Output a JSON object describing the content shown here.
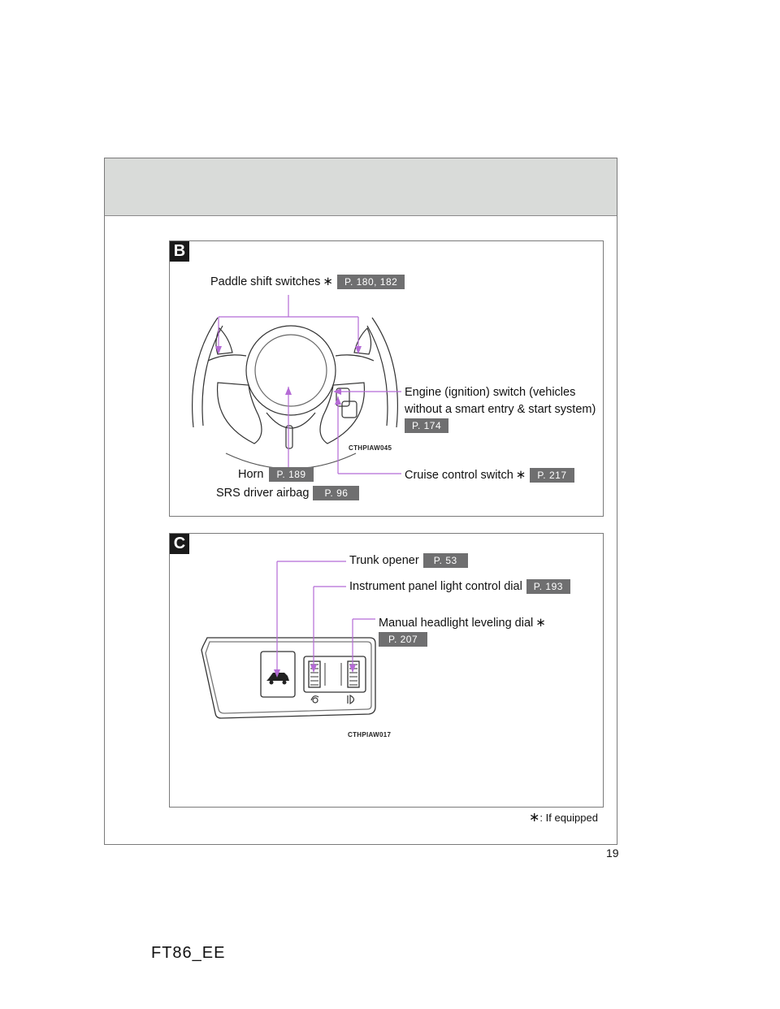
{
  "page_number": "19",
  "footer_code": "FT86_EE",
  "asterisk": "∗",
  "panel_b": {
    "tag": "B",
    "paddle_label": "Paddle shift switches",
    "paddle_page": "P. 180, 182",
    "engine_label_line1": "Engine (ignition) switch (vehicles",
    "engine_label_line2": "without a smart entry & start system)",
    "engine_page": "P. 174",
    "image_code": "CTHPIAW045",
    "horn_label": "Horn",
    "horn_page": "P. 189",
    "airbag_label": "SRS driver airbag",
    "airbag_page": "P. 96",
    "cruise_label": "Cruise control switch",
    "cruise_page": "P. 217"
  },
  "panel_c": {
    "tag": "C",
    "trunk_label": "Trunk opener",
    "trunk_page": "P. 53",
    "dial_label": "Instrument panel light control dial",
    "dial_page": "P. 193",
    "leveling_label": "Manual headlight leveling dial",
    "leveling_page": "P. 207",
    "image_code": "CTHPIAW017"
  },
  "note_text": ": If equipped",
  "colors": {
    "leader": "#b56bd6",
    "page_tag": "#6f6f70",
    "header": "#d9dbd9"
  }
}
